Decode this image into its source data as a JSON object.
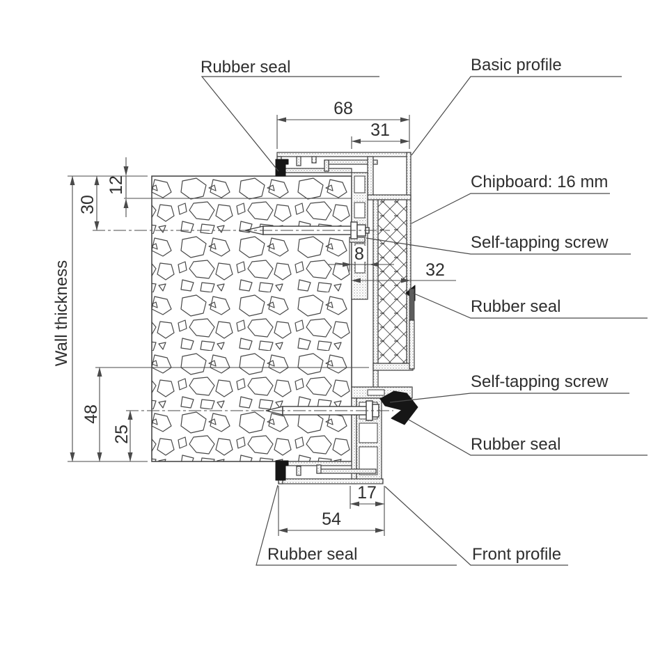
{
  "callouts": {
    "rubber_seal_top": "Rubber seal",
    "basic_profile": "Basic profile",
    "chipboard": "Chipboard: 16 mm",
    "screw_upper": "Self-tapping screw",
    "rubber_seal_mid": "Rubber seal",
    "screw_lower": "Self-tapping screw",
    "rubber_seal_lower": "Rubber seal",
    "rubber_seal_bottom": "Rubber seal",
    "front_profile": "Front profile",
    "wall_thickness": "Wall thickness"
  },
  "dimensions_mm": {
    "frame_total_width": "68",
    "basic_profile_width": "31",
    "top_offset": "12",
    "upper_screw_offset": "30",
    "fixing_gap": "8",
    "chipboard_depth": "32",
    "lower_zone_height": "48",
    "lower_screw_offset": "25",
    "front_profile_width": "17",
    "bottom_frame_width": "54"
  },
  "colors": {
    "line": "#3d3d3d",
    "dim_line": "#4a4a4a",
    "seal": "#161616",
    "background": "#ffffff",
    "text": "#2e2e2e"
  }
}
